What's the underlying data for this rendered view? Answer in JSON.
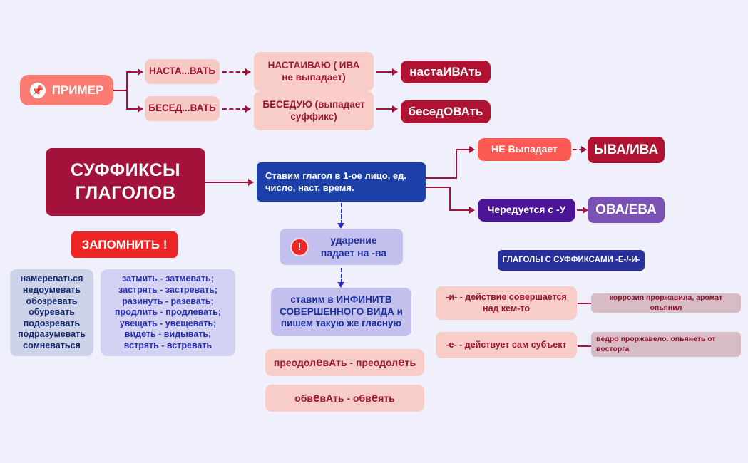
{
  "background": "#eff0fb",
  "accents": {
    "dark_red": "#a2123a",
    "coral": "#fa7b72",
    "navy": "#1c3fa8",
    "purple_dark": "#4b1596",
    "purple_medium": "#7a52b3",
    "red": "#ef2525",
    "lavender": "#c3c0ee"
  },
  "example_branch": {
    "root_label": "ПРИМЕР",
    "root_icon": "pin-icon",
    "rows": [
      {
        "stem": "НАСТА...ВАТЬ",
        "conjugated": "НАСТАИВАЮ ( ИВА не выпадает)",
        "result_prefix": "наста",
        "result_emphasis": "ИВА",
        "result_suffix": "ть"
      },
      {
        "stem": "БЕСЕД...ВАТЬ",
        "conjugated": "БЕСЕДУЮ (выпадает суффикс)",
        "result_prefix": "бесед",
        "result_emphasis": "ОВА",
        "result_suffix": "ть"
      }
    ]
  },
  "main": {
    "title_line1": "СУФФИКСЫ",
    "title_line2": "ГЛАГОЛОВ",
    "rule_box": "Ставим глагол в 1-ое лицо, ед. число, наст. время."
  },
  "outcomes": [
    {
      "condition": "НЕ Выпадает",
      "suffix": "ЫВА/ИВА"
    },
    {
      "condition": "Чередуется с -У",
      "suffix": "ОВА/ЕВА"
    }
  ],
  "stress_branch": {
    "stress_icon": "exclamation-icon",
    "stress_label": "ударение падает на -ва",
    "infinitive_rule": {
      "part1": "ставим в ",
      "strong1": "ИНФИНИТВ СОВЕРШЕННОГО ВИДА",
      "part2": " и пишем такую же гласную"
    },
    "examples": [
      {
        "a_prefix": "преодол",
        "a_em": "е",
        "a_mid": "вАть",
        "sep": " - ",
        "b_prefix": "преодол",
        "b_em": "е",
        "b_suffix": "ть"
      },
      {
        "a_prefix": "обв",
        "a_em": "е",
        "a_mid": "вАть",
        "sep": " - ",
        "b_prefix": "обв",
        "b_em": "е",
        "b_suffix": "ять"
      }
    ]
  },
  "remember": {
    "button_label": "ЗАПОМНИТЬ !",
    "list_one": [
      "намереваться",
      "недоумевать",
      "обозревать",
      "обуревать",
      "подозревать",
      "подразумевать",
      "сомневаться"
    ],
    "list_two": [
      "затмить - затмевать;",
      "застрять - застревать;",
      "разинуть - разевать;",
      "продлить - продлевать;",
      "увещать - увещевать;",
      "видеть - видывать;",
      "встрять - встревать"
    ]
  },
  "ei_section": {
    "heading": "ГЛАГОЛЫ С СУФФИКСАМИ -Е-/-И-",
    "rows": [
      {
        "rule": "-и- - действие совершается над кем-то",
        "example": "коррозия проржавила, аромат опьянил"
      },
      {
        "rule": "-е- - действует сам субъект",
        "example": "ведро проржавело. опьянеть от восторга"
      }
    ]
  }
}
